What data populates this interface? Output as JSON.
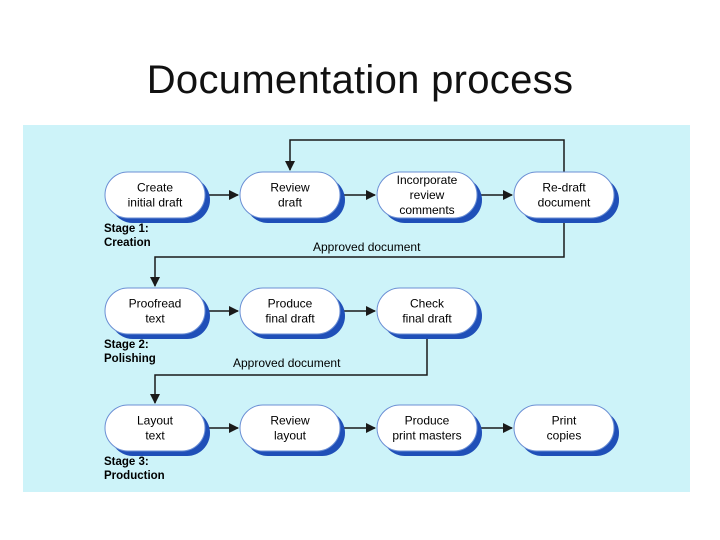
{
  "title": "Documentation process",
  "colors": {
    "panel_bg": "#cdf3f9",
    "node_fill": "#ffffff",
    "node_shadow": "#1f4fb8",
    "node_stroke": "#6b8fd4",
    "arrow": "#1a1a1a"
  },
  "stages": [
    {
      "line1": "Stage 1:",
      "line2": "Creation",
      "nodes": [
        {
          "lines": [
            "Create",
            "initial draft"
          ]
        },
        {
          "lines": [
            "Review",
            "draft"
          ]
        },
        {
          "lines": [
            "Incorporate",
            "review",
            "comments"
          ]
        },
        {
          "lines": [
            "Re-draft",
            "document"
          ]
        }
      ],
      "approved": "Approved document"
    },
    {
      "line1": "Stage 2:",
      "line2": "Polishing",
      "nodes": [
        {
          "lines": [
            "Proofread",
            "text"
          ]
        },
        {
          "lines": [
            "Produce",
            "final draft"
          ]
        },
        {
          "lines": [
            "Check",
            "final draft"
          ]
        }
      ],
      "approved": "Approved document"
    },
    {
      "line1": "Stage 3:",
      "line2": "Production",
      "nodes": [
        {
          "lines": [
            "Layout",
            "text"
          ]
        },
        {
          "lines": [
            "Review",
            "layout"
          ]
        },
        {
          "lines": [
            "Produce",
            "print masters"
          ]
        },
        {
          "lines": [
            "Print",
            "copies"
          ]
        }
      ]
    }
  ]
}
